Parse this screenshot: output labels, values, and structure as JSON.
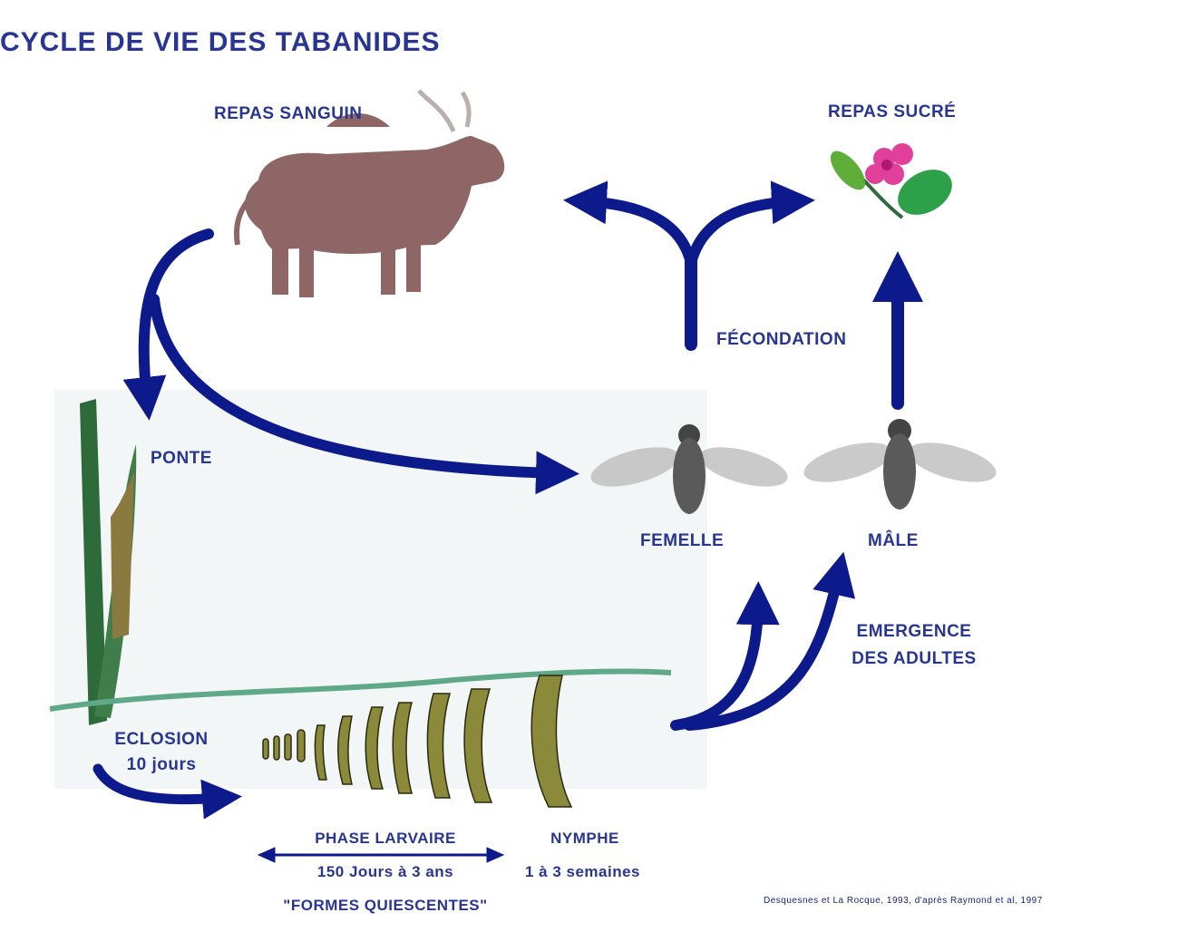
{
  "title": "CYCLE DE VIE DES TABANIDES",
  "labels": {
    "repas_sanguin": "REPAS SANGUIN",
    "repas_sucre": "REPAS SUCRÉ",
    "fecondation": "FÉCONDATION",
    "ponte": "PONTE",
    "femelle": "FEMELLE",
    "male": "MÂLE",
    "emergence_line1": "EMERGENCE",
    "emergence_line2": "DES ADULTES",
    "eclosion_line1": "ECLOSION",
    "eclosion_line2": "10 jours",
    "phase_larvaire": "PHASE LARVAIRE",
    "phase_larvaire_duree": "150 Jours à 3 ans",
    "nymphe": "NYMPHE",
    "nymphe_duree": "1 à 3 semaines",
    "formes_quiescentes": "\"FORMES QUIESCENTES\"",
    "source": "Desquesnes et La Rocque, 1993, d'après Raymond et al, 1997"
  },
  "colors": {
    "arrow": "#0d1a8c",
    "text": "#283593",
    "cow": "#8d6665",
    "grass": "#2e6b3a",
    "ground": "#5fa88a",
    "larva": "#8a8a3a",
    "fly": "#555555",
    "flower": "#e0409a",
    "leaf": "#2fa04a"
  },
  "icons": [
    "cow-icon",
    "flower-icon",
    "female-fly-icon",
    "male-fly-icon",
    "grass-icon",
    "larva-series-icon"
  ]
}
